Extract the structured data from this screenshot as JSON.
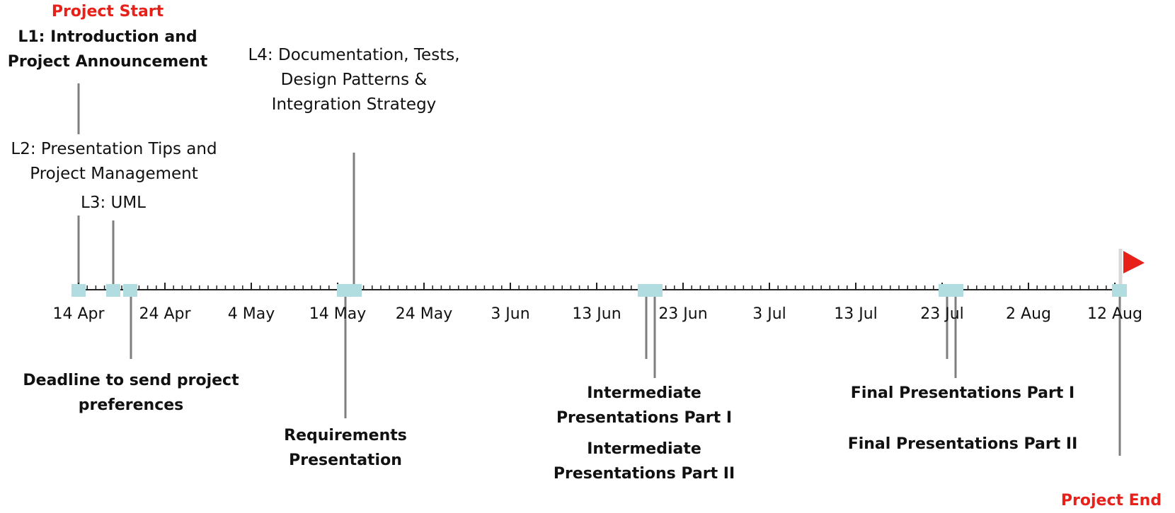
{
  "date_ticks": [
    "14 Apr",
    "24 Apr",
    "4 May",
    "14 May",
    "24 May",
    "3 Jun",
    "13 Jun",
    "23 Jun",
    "3 Jul",
    "13 Jul",
    "23 Jul",
    "2 Aug",
    "12 Aug"
  ],
  "colors": {
    "marker": "#b2dde0",
    "connector": "#7f7f7f",
    "axis": "#222222",
    "flag": "#e8201a",
    "flag_pole": "#d9d9d9",
    "highlight": "#e8201a"
  },
  "labels": {
    "project_start": "Project Start",
    "l1": "L1: Introduction and\nProject Announcement",
    "l4": "L4: Documentation, Tests,\nDesign Patterns &\nIntegration Strategy",
    "l2": "L2: Presentation Tips and\nProject Management",
    "l3": "L3: UML",
    "deadline": "Deadline to send project\npreferences",
    "requirements": "Requirements\nPresentation",
    "intermediate_1": "Intermediate\nPresentations Part I",
    "intermediate_2": "Intermediate\nPresentations Part II",
    "final_1": "Final Presentations Part I",
    "final_2": "Final Presentations Part II",
    "project_end": "Project End"
  },
  "events": [
    {
      "name": "project-start",
      "date": "14 Apr"
    },
    {
      "name": "l1-introduction",
      "date": "14 Apr"
    },
    {
      "name": "l2-presentation-tips",
      "date": "14 Apr"
    },
    {
      "name": "l3-uml",
      "date": "18 Apr"
    },
    {
      "name": "deadline-project-preferences",
      "date": "20 Apr"
    },
    {
      "name": "requirements-presentation",
      "date": "14 May"
    },
    {
      "name": "l4-documentation",
      "date": "15 May"
    },
    {
      "name": "intermediate-presentations-part-1",
      "date": "20 Jun"
    },
    {
      "name": "intermediate-presentations-part-2",
      "date": "21 Jun"
    },
    {
      "name": "final-presentations-part-1",
      "date": "24 Jul"
    },
    {
      "name": "final-presentations-part-2",
      "date": "25 Jul"
    },
    {
      "name": "project-end",
      "date": "13 Aug"
    }
  ]
}
